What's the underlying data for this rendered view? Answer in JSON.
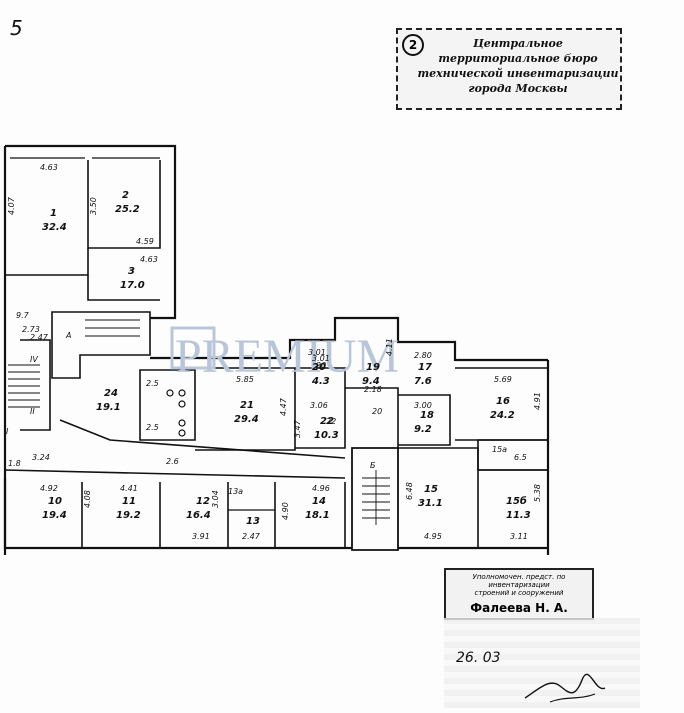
{
  "page_number": "5",
  "top_stamp": {
    "number": "2",
    "line1": "Центральное",
    "line2": "территориальное бюро",
    "line3": "технической инвентаризации",
    "line4": "города Москвы"
  },
  "watermark": "PREMIUM",
  "bottom_stamp": {
    "line1": "Уполномочен. предст. по инвентаризации",
    "line2": "строений и сооружений",
    "name": "Фалеева Н. А.",
    "date": "26. 03"
  },
  "rooms": [
    {
      "no": "1",
      "area": "32.4"
    },
    {
      "no": "2",
      "area": "25.2"
    },
    {
      "no": "3",
      "area": "17.0"
    },
    {
      "no": "10",
      "area": "19.4"
    },
    {
      "no": "11",
      "area": "19.2"
    },
    {
      "no": "12",
      "area": "16.4"
    },
    {
      "no": "13",
      "area": ""
    },
    {
      "no": "14",
      "area": "18.1"
    },
    {
      "no": "15",
      "area": "31.1"
    },
    {
      "no": "15б",
      "area": "11.3"
    },
    {
      "no": "16",
      "area": "24.2"
    },
    {
      "no": "17",
      "area": "7.6"
    },
    {
      "no": "18",
      "area": "9.2"
    },
    {
      "no": "19",
      "area": "9.4"
    },
    {
      "no": "20",
      "area": "4.3"
    },
    {
      "no": "21",
      "area": "29.4"
    },
    {
      "no": "22",
      "area": "10.3"
    },
    {
      "no": "24",
      "area": "19.1"
    }
  ],
  "dimensions": [
    "4.63",
    "4.07",
    "3.50",
    "4.59",
    "4.63",
    "3.01",
    "5.85",
    "4.47",
    "3.06",
    "3.47",
    "4.11",
    "4.91",
    "5.69",
    "3.24",
    "2.6",
    "2.47",
    "4.92",
    "4.08",
    "4.41",
    "4.96",
    "3.04",
    "3.91",
    "2.47",
    "4.90",
    "4.95",
    "3.11",
    "3.01",
    "2.80",
    "2.18",
    "6.48",
    "5.38",
    "3.00"
  ],
  "misc_labels": [
    "20",
    "22",
    "2.5",
    "2.5",
    "2.6",
    "13а",
    "15а",
    "6.5",
    "А",
    "Б",
    "IV",
    "II",
    "I",
    "9.7",
    "2.73",
    "1.8"
  ]
}
